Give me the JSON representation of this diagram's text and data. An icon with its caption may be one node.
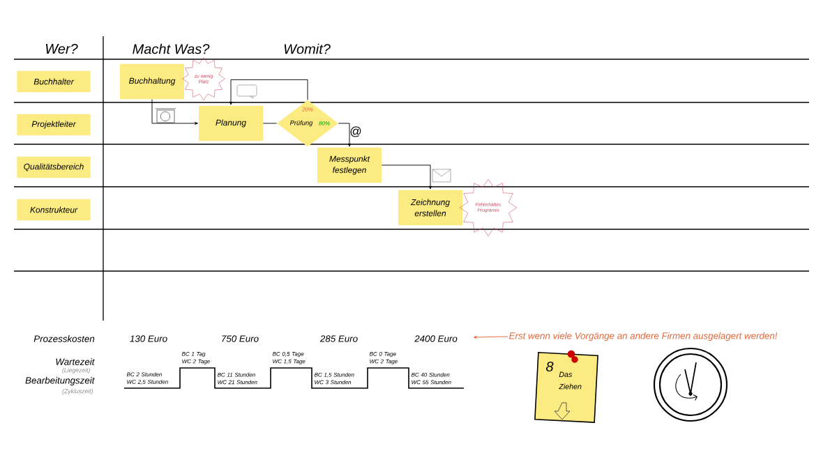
{
  "diagram": {
    "nodes": [
      {
        "text": [
          "Buchhalter"
        ]
      },
      {
        "text": [
          "Projektleiter"
        ]
      },
      {
        "text": [
          "Qualitätsbereich"
        ]
      },
      {
        "text": [
          "Konstrukteur"
        ]
      },
      {
        "text": [
          "Buchhaltung"
        ]
      },
      {
        "text": [
          "zu wenig Platz"
        ]
      },
      {
        "text": [
          "Planung"
        ]
      },
      {
        "text": [
          "20%",
          "Prüfung",
          "80%"
        ]
      },
      {
        "text": [
          "Messpunkt festlegen"
        ]
      },
      {
        "text": [
          "Zeichnung erstellen"
        ]
      },
      {
        "text": [
          "Fehlerhaftes Programm"
        ]
      },
      {
        "text": [
          "8",
          "Das Ziehen"
        ]
      },
      {
        "text": [
          "Erst wenn viele Vorgänge an andere Firmen ausgelagert werden!"
        ]
      }
    ],
    "edges": [
      {
        "from": 4,
        "to": 6,
        "arrow": "to"
      },
      {
        "from": 6,
        "to": 7,
        "arrow": "none"
      },
      {
        "from": 7,
        "to": 6,
        "arrow": "to"
      },
      {
        "from": 7,
        "to": 8,
        "arrow": "to"
      },
      {
        "from": 8,
        "to": 9,
        "arrow": "to"
      },
      {
        "from": 12,
        "to": null,
        "arrow": "to",
        "color": "#e0683c"
      }
    ],
    "labels": [
      "Wer?",
      "Macht Was?",
      "Womit?",
      "@",
      "Prozesskosten",
      "130 Euro",
      "750 Euro",
      "285 Euro",
      "2400 Euro",
      "Wartezeit",
      "(Liegezeit)",
      "Bearbeitungszeit",
      "(Zykluszeit)",
      "BC 2 Stunden WC 2,5 Stunden",
      "BC 1 Tag WC 2 Tage",
      "BC 11 Stunden WC 21 Stunden",
      "BC 0,5 Tage WC 1,5 Tage",
      "BC 1,5 Stunden WC 3 Stunden",
      "BC 0 Tage WC 2 Tage",
      "BC 40 Stunden WC 55 Stunden"
    ]
  }
}
